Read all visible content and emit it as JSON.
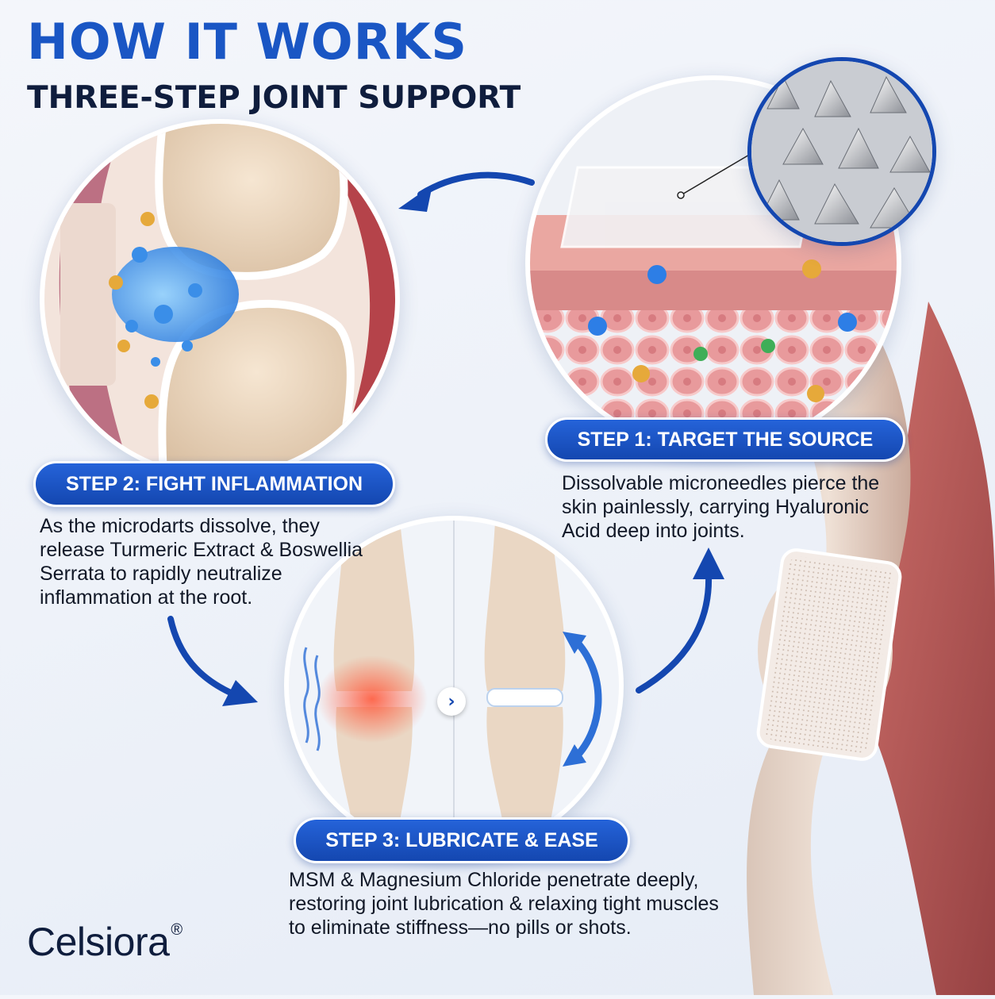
{
  "header": {
    "title": "HOW IT WORKS",
    "subtitle": "THREE-STEP JOINT SUPPORT"
  },
  "steps": [
    {
      "label": "STEP 1: TARGET THE SOURCE",
      "description": "Dissolvable microneedles pierce the skin painlessly, carrying Hyaluronic Acid deep into joints.",
      "image": "skin-microneedle-patch-illustration"
    },
    {
      "label": "STEP 2: FIGHT INFLAMMATION",
      "description": "As the microdarts dissolve, they release Turmeric Extract & Boswellia Serrata to rapidly neutralize inflammation at the root.",
      "image": "knee-joint-cross-section-illustration"
    },
    {
      "label": "STEP 3: LUBRICATE & EASE",
      "description": "MSM & Magnesium Chloride penetrate deeply, restoring joint lubrication & relaxing tight muscles to eliminate stiffness—no pills or shots.",
      "image": "inflamed-vs-healthy-knee-illustration"
    }
  ],
  "brand": {
    "name": "Celsiora",
    "mark": "®"
  },
  "colors": {
    "accent": "#1a56c4",
    "pill": "#1447b0",
    "text_dark": "#0f1d3d",
    "background": "#eef2f9"
  },
  "icons": [
    "curved-arrow-icon",
    "chevron-right-icon",
    "rotation-arrows-icon"
  ]
}
